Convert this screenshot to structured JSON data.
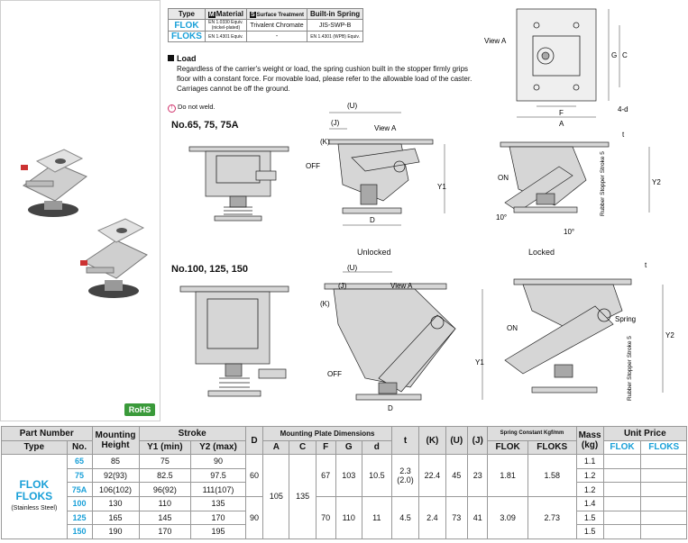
{
  "spec_table": {
    "headers": {
      "type": "Type",
      "material": "Material",
      "material_mark": "M",
      "surface": "Surface Treatment",
      "surface_mark": "S",
      "spring": "Built-in Spring"
    },
    "rows": [
      {
        "type": "FLOK",
        "material": "EN 1.0330 Equiv. (nickel-plated)",
        "surface": "Trivalent Chromate",
        "spring": "JIS-SWP-B"
      },
      {
        "type": "FLOKS",
        "material": "EN 1.4301 Equiv.",
        "surface": "-",
        "spring": "EN 1.4301 (WPB) Equiv."
      }
    ]
  },
  "load": {
    "heading": "Load",
    "text": "Regardless of the carrier's weight or load, the spring cushion built in the stopper firmly grips floor with a constant force. For movable load, please refer to the allowable load of the caster. Carriages cannot be off the ground.",
    "note": "Do not weld."
  },
  "drawings": {
    "model_a": "No.65, 75, 75A",
    "model_b": "No.100, 125, 150",
    "unlocked": "Unlocked",
    "locked": "Locked",
    "view_a": "View A",
    "off": "OFF",
    "on": "ON",
    "spring": "Spring",
    "stroke_rot": "Rubber Stopper Stroke 5",
    "lbl_u": "(U)",
    "lbl_j": "(J)",
    "lbl_k": "(K)",
    "lbl_y1": "Y1",
    "lbl_y2": "Y2",
    "lbl_d": "D",
    "lbl_t": "t",
    "lbl_a": "A",
    "lbl_f": "F",
    "lbl_g": "G",
    "lbl_c": "C",
    "lbl_4d": "4-d",
    "ang1": "10°",
    "ang2": "10°",
    "rohs": "RoHS"
  },
  "main_table": {
    "headers": {
      "part_number": "Part Number",
      "type": "Type",
      "no": "No.",
      "mounting_height": "Mounting Height",
      "stroke": "Stroke",
      "y1": "Y1 (min)",
      "y2": "Y2 (max)",
      "d": "D",
      "plate": "Mounting Plate Dimensions",
      "a": "A",
      "c": "C",
      "f": "F",
      "g": "G",
      "dd": "d",
      "t": "t",
      "k": "(K)",
      "u": "(U)",
      "j": "(J)",
      "spring_const": "Spring Constant Kgf/mm",
      "flok": "FLOK",
      "floks": "FLOKS",
      "mass": "Mass (kg)",
      "unit_price": "Unit Price"
    },
    "type_name1": "FLOK",
    "type_name2": "FLOKS",
    "type_note": "(Stainless Steel)",
    "rows": [
      {
        "no": "65",
        "h": "85",
        "y1": "75",
        "y2": "90",
        "mass": "1.1"
      },
      {
        "no": "75",
        "h": "92(93)",
        "y1": "82.5",
        "y2": "97.5",
        "mass": "1.2"
      },
      {
        "no": "75A",
        "h": "106(102)",
        "y1": "96(92)",
        "y2": "111(107)",
        "mass": "1.2"
      },
      {
        "no": "100",
        "h": "130",
        "y1": "110",
        "y2": "135",
        "mass": "1.4"
      },
      {
        "no": "125",
        "h": "165",
        "y1": "145",
        "y2": "170",
        "mass": "1.5"
      },
      {
        "no": "150",
        "h": "190",
        "y1": "170",
        "y2": "195",
        "mass": "1.5"
      }
    ],
    "groupA": {
      "d": "60",
      "f": "67",
      "g": "103",
      "dd": "10.5",
      "t": "2.3",
      "t2": "(2.0)",
      "k": "22.4",
      "u": "45",
      "j": "23",
      "sf": "1.81",
      "ss": "1.58"
    },
    "groupB": {
      "d": "90",
      "f": "70",
      "g": "110",
      "dd": "11",
      "t": "4.5",
      "k": "2.4",
      "u": "73",
      "j": "41",
      "sf": "3.09",
      "ss": "2.73"
    },
    "shared": {
      "a": "105",
      "c": "135"
    }
  }
}
